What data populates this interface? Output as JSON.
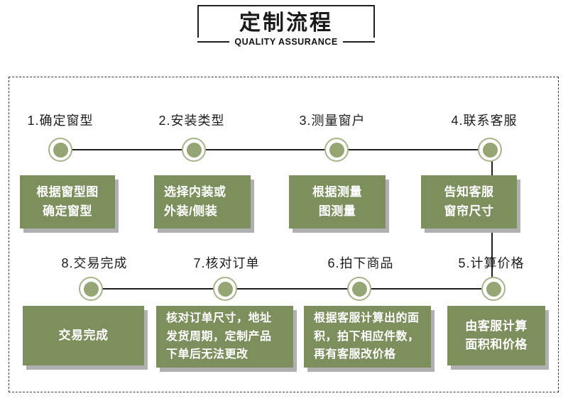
{
  "header": {
    "title": "定制流程",
    "subtitle": "QUALITY ASSURANCE"
  },
  "steps": [
    {
      "num_label": "1.确定窗型",
      "box_lines": [
        "根据窗型图",
        "确定窗型"
      ]
    },
    {
      "num_label": "2.安装类型",
      "box_lines": [
        "选择内装或",
        "外装/侧装"
      ]
    },
    {
      "num_label": "3.测量窗户",
      "box_lines": [
        "根据测量",
        "图测量"
      ]
    },
    {
      "num_label": "4.联系客服",
      "box_lines": [
        "告知客服",
        "窗帘尺寸"
      ]
    },
    {
      "num_label": "5.计算价格",
      "box_lines": [
        "由客服计算",
        "面积和价格"
      ]
    },
    {
      "num_label": "6.拍下商品",
      "box_lines": [
        "根据客服计算出的面",
        "积，拍下相应件数，",
        "再有客服改价格"
      ]
    },
    {
      "num_label": "7.核对订单",
      "box_lines": [
        "核对订单尺寸，地址",
        "发货周期，定制产品",
        "下单后无法更改"
      ]
    },
    {
      "num_label": "8.交易完成",
      "box_lines": [
        "交易完成"
      ]
    }
  ],
  "colors": {
    "box_green": "#7e8f5e",
    "circle_green": "#95a573",
    "ring_green": "#a7b489",
    "shadow": "#b0b0b0",
    "line": "#1f1f1f"
  }
}
